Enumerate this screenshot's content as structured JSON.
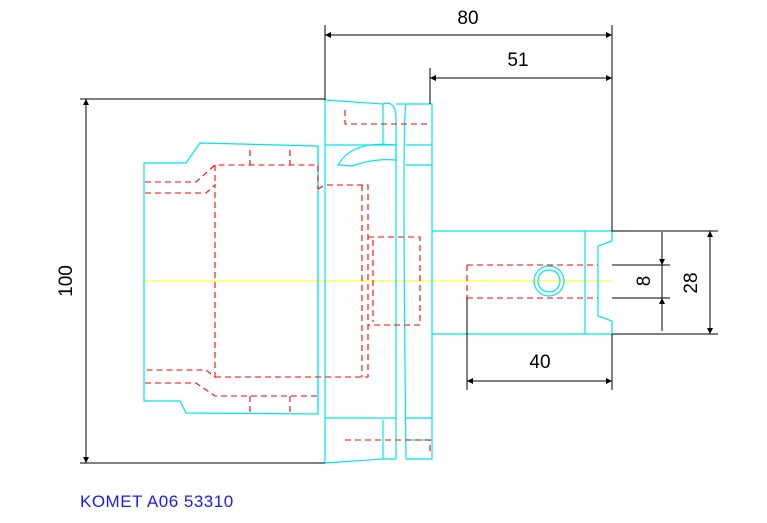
{
  "dimensions": {
    "overall_length": "80",
    "shank_length": "51",
    "flange_diameter": "100",
    "bore_depth": "40",
    "hole_diameter": "8",
    "shank_diameter": "28"
  },
  "caption": "KOMET A06 53310",
  "colors": {
    "outline": "#00e5ee",
    "hidden": "#ff0000",
    "centerline": "#ffff00",
    "dimension": "#000000",
    "caption": "#1a1aff",
    "background": "#ffffff"
  }
}
